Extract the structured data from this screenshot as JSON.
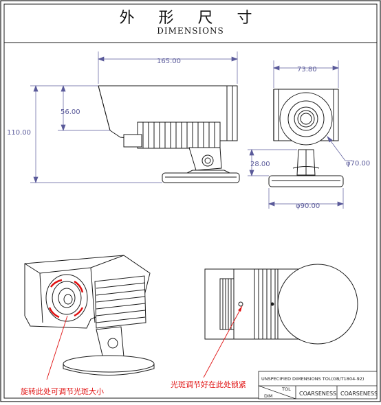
{
  "header": {
    "title_zh": "外 形 尺 寸",
    "title_en": "DIMENSIONS"
  },
  "side_view": {
    "dim_length": "165.00",
    "dim_hood_height": "56.00",
    "dim_total_height": "110.00"
  },
  "front_view": {
    "dim_width": "73.80",
    "dim_base_height": "28.00",
    "dim_lens_diameter": "φ70.00",
    "dim_base_diameter": "φ90.00"
  },
  "annotations": {
    "rotate_note": "旋转此处可调节光斑大小",
    "lock_note": "光斑调节好在此处锁紧"
  },
  "title_block": {
    "header": "UNSPECIFIED DIMENSIONS TOL(GB/T1804-92)",
    "tol_label": "TOL",
    "dim_label": "DIM",
    "col1": "COARSENESS",
    "col2": "COARSENESS"
  },
  "colors": {
    "line": "#1a1a1a",
    "dimension": "#5a5a9a",
    "annotation": "#e01010"
  }
}
